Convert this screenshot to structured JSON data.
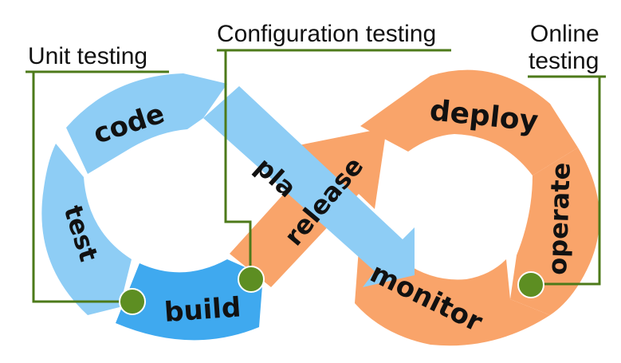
{
  "stages": {
    "code": "code",
    "test": "test",
    "build": "build",
    "plan": "pla",
    "release": "release",
    "deploy": "deploy",
    "operate": "operate",
    "monitor": "monitor"
  },
  "callouts": {
    "unit": "Unit testing",
    "configuration": "Configuration testing",
    "online_line1": "Online",
    "online_line2": "testing"
  },
  "colors": {
    "blue_light": "#8ecdf5",
    "blue_mid": "#78c0ef",
    "blue_dark": "#3fa9ef",
    "orange": "#f9a46a",
    "orange_dark": "#f29456",
    "green": "#5d8e22",
    "green_line": "#4d7a1a"
  }
}
